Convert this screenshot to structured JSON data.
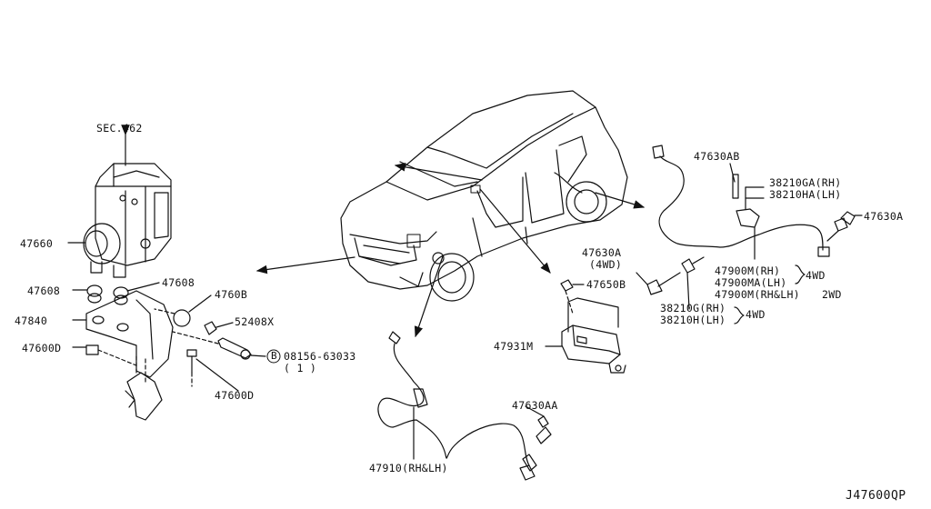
{
  "labels": {
    "sec462": "SEC.462",
    "p47660": "47660",
    "p47608_left": "47608",
    "p47608_right": "47608",
    "p47840": "47840",
    "p47600d_left": "47600D",
    "p47600d_bottom": "47600D",
    "p4760b": "4760B",
    "p52408x": "52408X",
    "p08156_badge": "B",
    "p08156": "08156-63033",
    "p08156_qty": "( 1 )",
    "p47630ab": "47630AB",
    "p38210ga": "38210GA(RH)",
    "p38210ha": "38210HA(LH)",
    "p47630a_right": "47630A",
    "p47630a_4wd": "47630A",
    "p47630a_4wd_note": "(4WD)",
    "p47650b": "47650B",
    "p47900m": "47900M(RH)",
    "p47900ma": "47900MA(LH)",
    "p47900m_2wd": "47900M(RH&LH)",
    "p4wd_a": "4WD",
    "p2wd": "2WD",
    "p38210g": "38210G(RH)",
    "p38210h": "38210H(LH)",
    "p4wd_b": "4WD",
    "p47931m": "47931M",
    "p47630aa": "47630AA",
    "p47910": "47910(RH&LH)",
    "diagram_code": "J47600QP"
  }
}
